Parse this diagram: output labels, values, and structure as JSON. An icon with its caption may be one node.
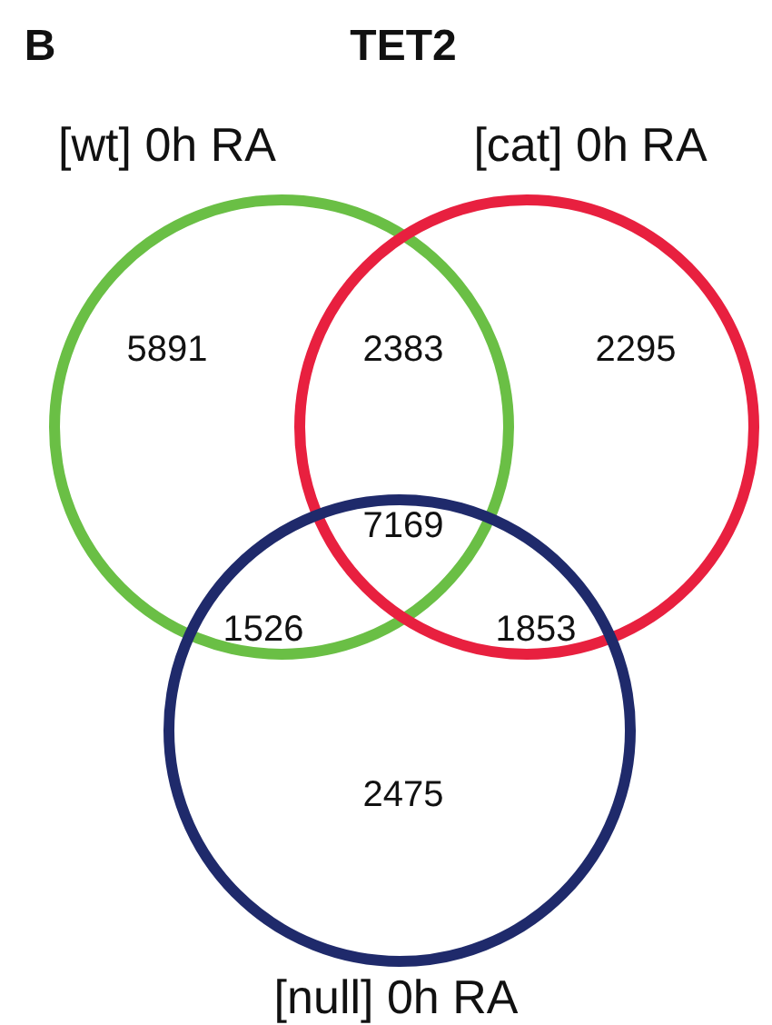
{
  "diagram": {
    "title": "TET2",
    "nodes": [
      {
        "text": [
          "[wt] 0h RA"
        ]
      },
      {
        "text": [
          "[cat] 0h RA"
        ]
      },
      {
        "text": [
          "[null] 0h RA"
        ]
      }
    ],
    "edges": [],
    "labels": [
      "B",
      "5891",
      "2383",
      "2295",
      "7169",
      "1526",
      "1853",
      "2475"
    ]
  }
}
